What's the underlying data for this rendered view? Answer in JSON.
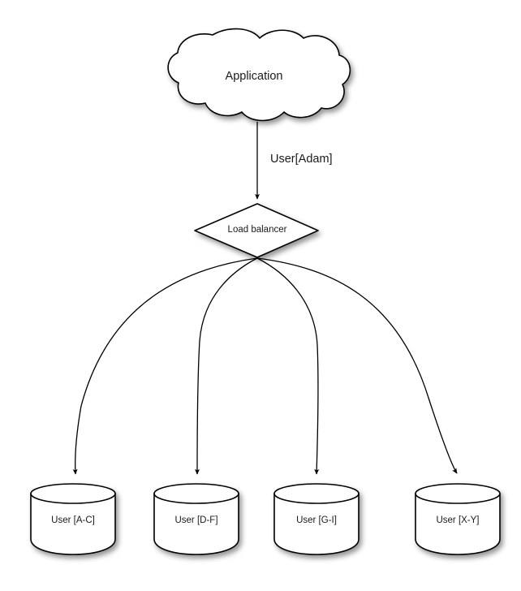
{
  "diagram": {
    "title_text": "Application",
    "background_color": "#ffffff",
    "stroke_color": "#000000",
    "text_color": "#1a1a1a",
    "nodes": {
      "cloud": {
        "label": "Application",
        "shape": "cloud",
        "icon": "cloud-icon"
      },
      "load_balancer": {
        "label": "Load balancer",
        "shape": "diamond",
        "icon": "diamond-icon"
      },
      "databases": [
        {
          "label": "User [A-C]",
          "shape": "cylinder",
          "icon": "database-icon"
        },
        {
          "label": "User [D-F]",
          "shape": "cylinder",
          "icon": "database-icon"
        },
        {
          "label": "User [G-I]",
          "shape": "cylinder",
          "icon": "database-icon"
        },
        {
          "label": "User [X-Y]",
          "shape": "cylinder",
          "icon": "database-icon"
        }
      ]
    },
    "edges": {
      "app_to_lb": {
        "label": "User[Adam]",
        "from": "Application",
        "to": "Load balancer",
        "style": "straight-arrow"
      },
      "lb_to_db": {
        "label": "",
        "from": "Load balancer",
        "to": "databases",
        "style": "curved-arrow",
        "count": 4
      }
    }
  }
}
